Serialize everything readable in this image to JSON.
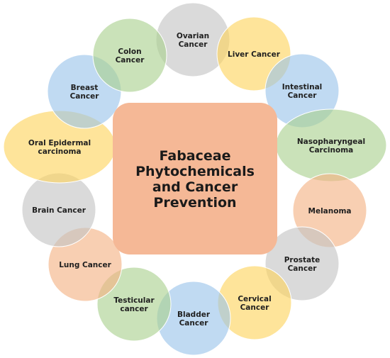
{
  "center": {
    "lines": [
      "Fabaceae",
      "Phytochemicals",
      "and Cancer",
      "Prevention"
    ],
    "color": "#f5b896"
  },
  "nodes": [
    {
      "id": "ovarian",
      "lines": [
        "Ovarian",
        "Cancer"
      ],
      "color": "#c4c4c4"
    },
    {
      "id": "liver",
      "lines": [
        "Liver Cancer"
      ],
      "color": "#fdd35c"
    },
    {
      "id": "intestinal",
      "lines": [
        "Intestinal",
        "Cancer"
      ],
      "color": "#9ac3ea"
    },
    {
      "id": "nasopharyngeal",
      "lines": [
        "Nasopharyngeal",
        "Carcinoma"
      ],
      "color": "#a9d18e"
    },
    {
      "id": "melanoma",
      "lines": [
        "Melanoma"
      ],
      "color": "#f4b183"
    },
    {
      "id": "prostate",
      "lines": [
        "Prostate",
        "Cancer"
      ],
      "color": "#c4c4c4"
    },
    {
      "id": "cervical",
      "lines": [
        "Cervical",
        "Cancer"
      ],
      "color": "#fdd35c"
    },
    {
      "id": "bladder",
      "lines": [
        "Bladder",
        "Cancer"
      ],
      "color": "#9ac3ea"
    },
    {
      "id": "testicular",
      "lines": [
        "Testicular",
        "cancer"
      ],
      "color": "#a9d18e"
    },
    {
      "id": "lung",
      "lines": [
        "Lung Cancer"
      ],
      "color": "#f4b183"
    },
    {
      "id": "brain",
      "lines": [
        "Brain Cancer"
      ],
      "color": "#c4c4c4"
    },
    {
      "id": "oral",
      "lines": [
        "Oral Epidermal",
        "carcinoma"
      ],
      "color": "#fdd35c"
    },
    {
      "id": "breast",
      "lines": [
        "Breast",
        "Cancer"
      ],
      "color": "#9ac3ea"
    },
    {
      "id": "colon",
      "lines": [
        "Colon",
        "Cancer"
      ],
      "color": "#a9d18e"
    }
  ]
}
